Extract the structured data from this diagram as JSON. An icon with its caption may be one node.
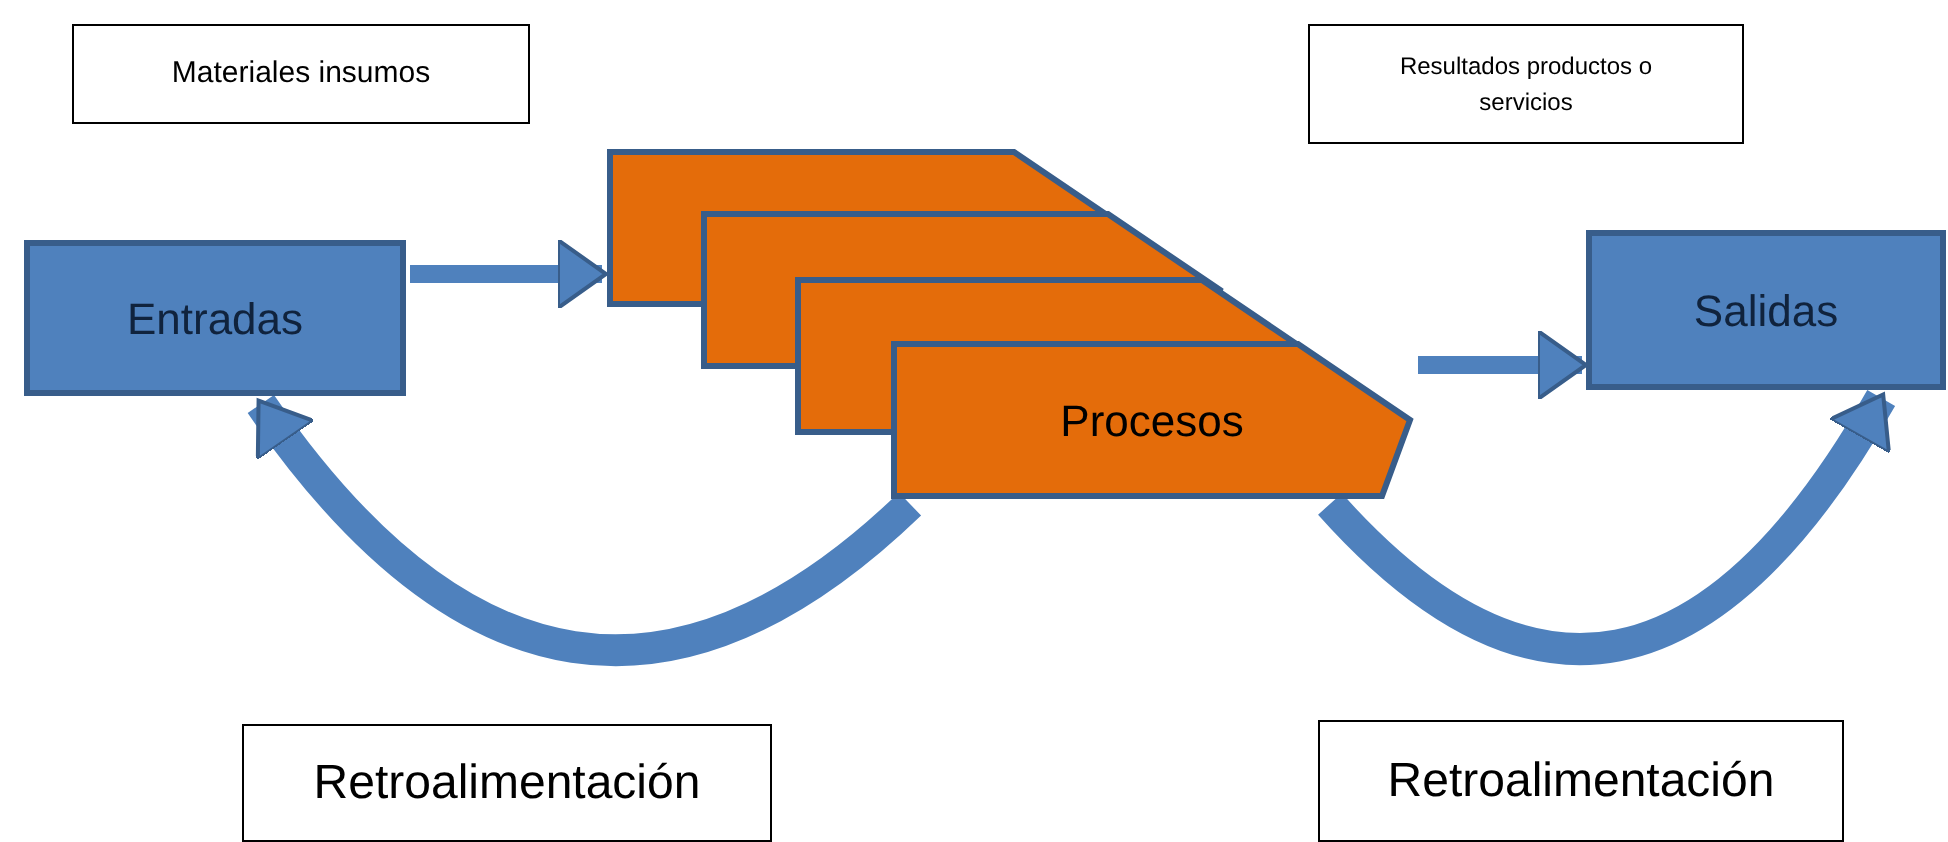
{
  "diagram": {
    "nodes": [
      {
        "text": [
          "Materiales insumos"
        ]
      },
      {
        "text": [
          "Entradas"
        ]
      },
      {
        "text": [],
        "shape": "pentagon"
      },
      {
        "text": [],
        "shape": "pentagon"
      },
      {
        "text": [],
        "shape": "pentagon"
      },
      {
        "text": [
          "Procesos"
        ]
      },
      {
        "text": [
          "Resultados productos o servicios"
        ]
      },
      {
        "text": [
          "Salidas"
        ]
      },
      {
        "text": [
          "Retroalimentación"
        ]
      },
      {
        "text": [
          "Retroalimentación"
        ]
      }
    ],
    "edges": [
      {
        "from": 1,
        "to": 2,
        "arrow": "to"
      },
      {
        "from": 5,
        "to": 7,
        "arrow": "to"
      },
      {
        "from": 5,
        "to": 1,
        "arrow": "to"
      },
      {
        "from": 5,
        "to": 7,
        "arrow": "to"
      }
    ]
  }
}
